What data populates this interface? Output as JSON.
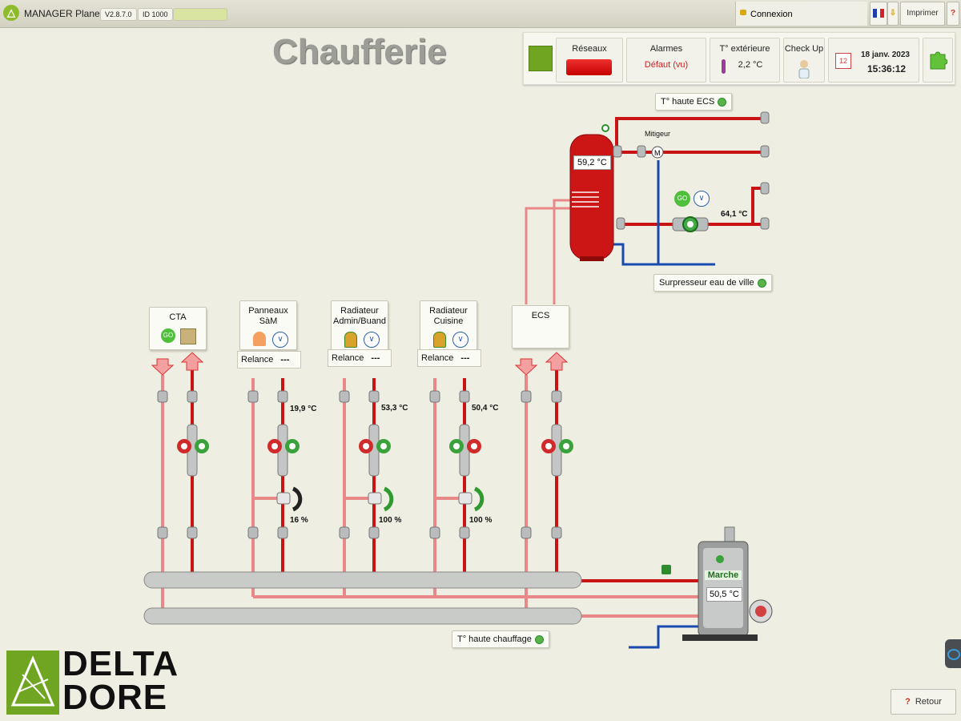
{
  "app": {
    "name": "MANAGER Planet",
    "version": "V2.8.7.0",
    "id": "ID 1000"
  },
  "header": {
    "connexion": "Connexion",
    "print": "Imprimer",
    "flag_icon": "flag-fr-icon"
  },
  "page": {
    "title": "Chaufferie"
  },
  "status": {
    "reseaux": "Réseaux",
    "alarmes": "Alarmes",
    "alarmes_state": "Défaut (vu)",
    "temp_ext_label": "T° extérieure",
    "temp_ext_value": "2,2 °C",
    "checkup": "Check Up",
    "date": "18 janv. 2023",
    "time": "15:36:12",
    "calendar_day": "12"
  },
  "circuits": [
    {
      "name": "CTA",
      "temp": "",
      "valve": ""
    },
    {
      "name": "Panneaux SàM",
      "temp": "19,9 °C",
      "valve": "16 %",
      "relance": "Relance",
      "relance_value": "---"
    },
    {
      "name": "Radiateur Admin/Buand",
      "temp": "53,3 °C",
      "valve": "100 %",
      "relance": "Relance",
      "relance_value": "---"
    },
    {
      "name": "Radiateur Cuisine",
      "temp": "50,4 °C",
      "valve": "100 %",
      "relance": "Relance",
      "relance_value": "---"
    },
    {
      "name": "ECS",
      "temp": "",
      "valve": ""
    }
  ],
  "ecs": {
    "tank_temp": "59,2 °C",
    "mitigeur": "Mitigeur",
    "pump_temp": "64,1 °C",
    "high_label": "T° haute ECS",
    "surpresseur": "Surpresseur eau de ville"
  },
  "boiler": {
    "state": "Marche",
    "temp": "50,5 °C",
    "high_label": "T° haute chauffage"
  },
  "logo": {
    "line1": "DELTA",
    "line2": "DORE"
  },
  "footer": {
    "retour": "Retour"
  },
  "colors": {
    "pipe_hot": "#c81414",
    "pipe_return": "#e88888",
    "pipe_cold": "#1a49b0",
    "accent": "#6fa521"
  }
}
